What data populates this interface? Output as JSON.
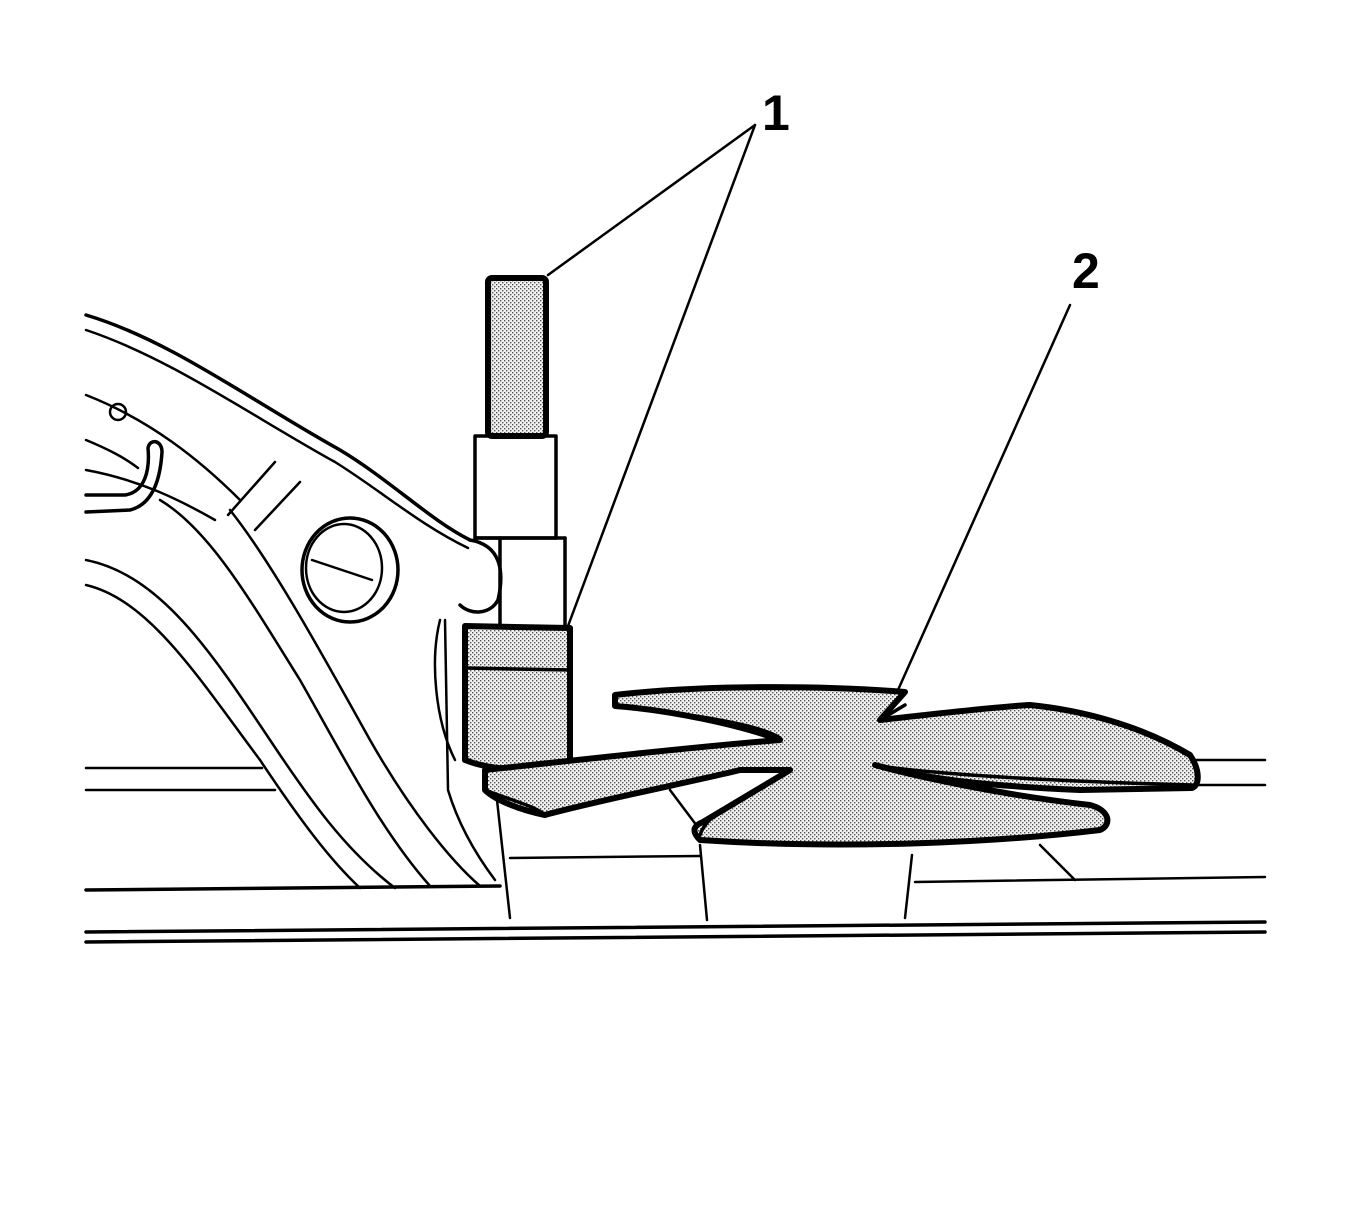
{
  "callouts": [
    {
      "id": "1",
      "label": "1"
    },
    {
      "id": "2",
      "label": "2"
    }
  ],
  "colors": {
    "ink": "#000000",
    "background": "#ffffff",
    "shading": "#d9d9d9"
  }
}
